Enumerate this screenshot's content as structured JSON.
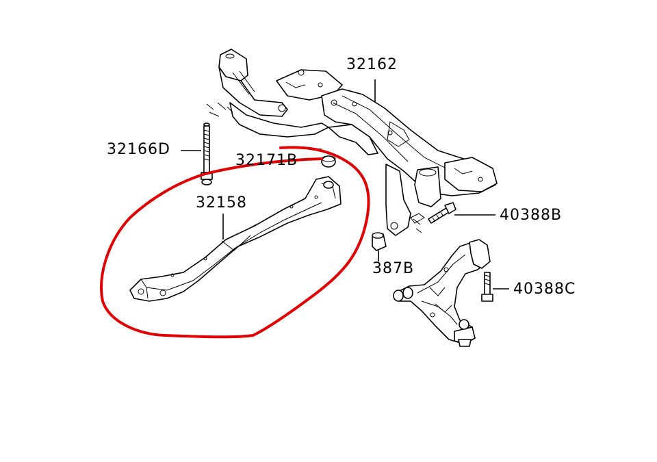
{
  "labels": {
    "crossmember": "32162",
    "bolt_left": "32166D",
    "washer": "32171B",
    "bracket": "32158",
    "bolt_right": "40388B",
    "bushing": "387B",
    "bolt_arm": "40388C"
  },
  "colors": {
    "ink": "#000000",
    "highlight": "#e00000",
    "background": "#ffffff"
  },
  "annotation": {
    "type": "hand-drawn-circle",
    "color": "#e00000",
    "encloses": "32158"
  }
}
